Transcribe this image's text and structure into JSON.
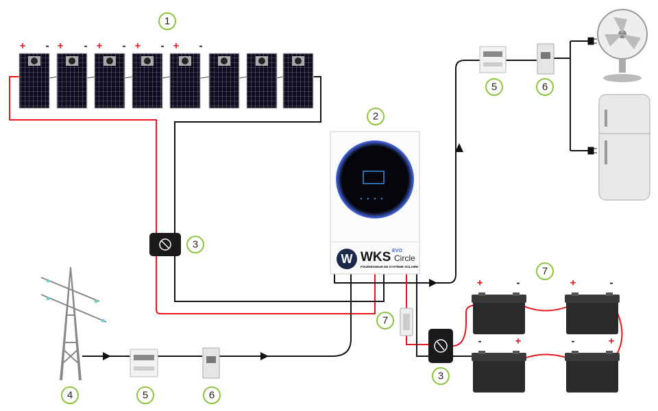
{
  "colors": {
    "positive_wire": "#e8141c",
    "negative_wire": "#111111",
    "label_ring": "#8cc63f",
    "panel": "#0d0d1f",
    "screen_ring": "#3a66e0"
  },
  "labels": {
    "solar_panels": "1",
    "inverter": "2",
    "pv_isolator": "3",
    "battery_isolator": "3",
    "grid": "4",
    "grid_breaker": "5",
    "grid_switch": "6",
    "load_breaker": "5",
    "load_switch": "6",
    "battery_fuse": "7",
    "batteries": "7"
  },
  "panel_polarity": [
    "+",
    "-",
    "+",
    "-",
    "+",
    "-",
    "+",
    "-",
    "+",
    "-"
  ],
  "battery_polarity": {
    "top_left": [
      "+",
      "-"
    ],
    "top_right": [
      "+",
      "-"
    ],
    "bottom_left": [
      "-",
      "+"
    ],
    "bottom_right": [
      "-",
      "+"
    ]
  },
  "inverter": {
    "brand": "WKS",
    "model": "EVO",
    "series": "Circle",
    "tagline": "FOURNISSEUR DE SYSTÈME SOLAIRE",
    "logo_letter": "W"
  },
  "icons": [
    "solar-panel",
    "inverter",
    "isolator-switch",
    "pylon",
    "circuit-breaker",
    "disconnect-switch",
    "fuse",
    "battery",
    "fan",
    "fridge",
    "plug"
  ]
}
